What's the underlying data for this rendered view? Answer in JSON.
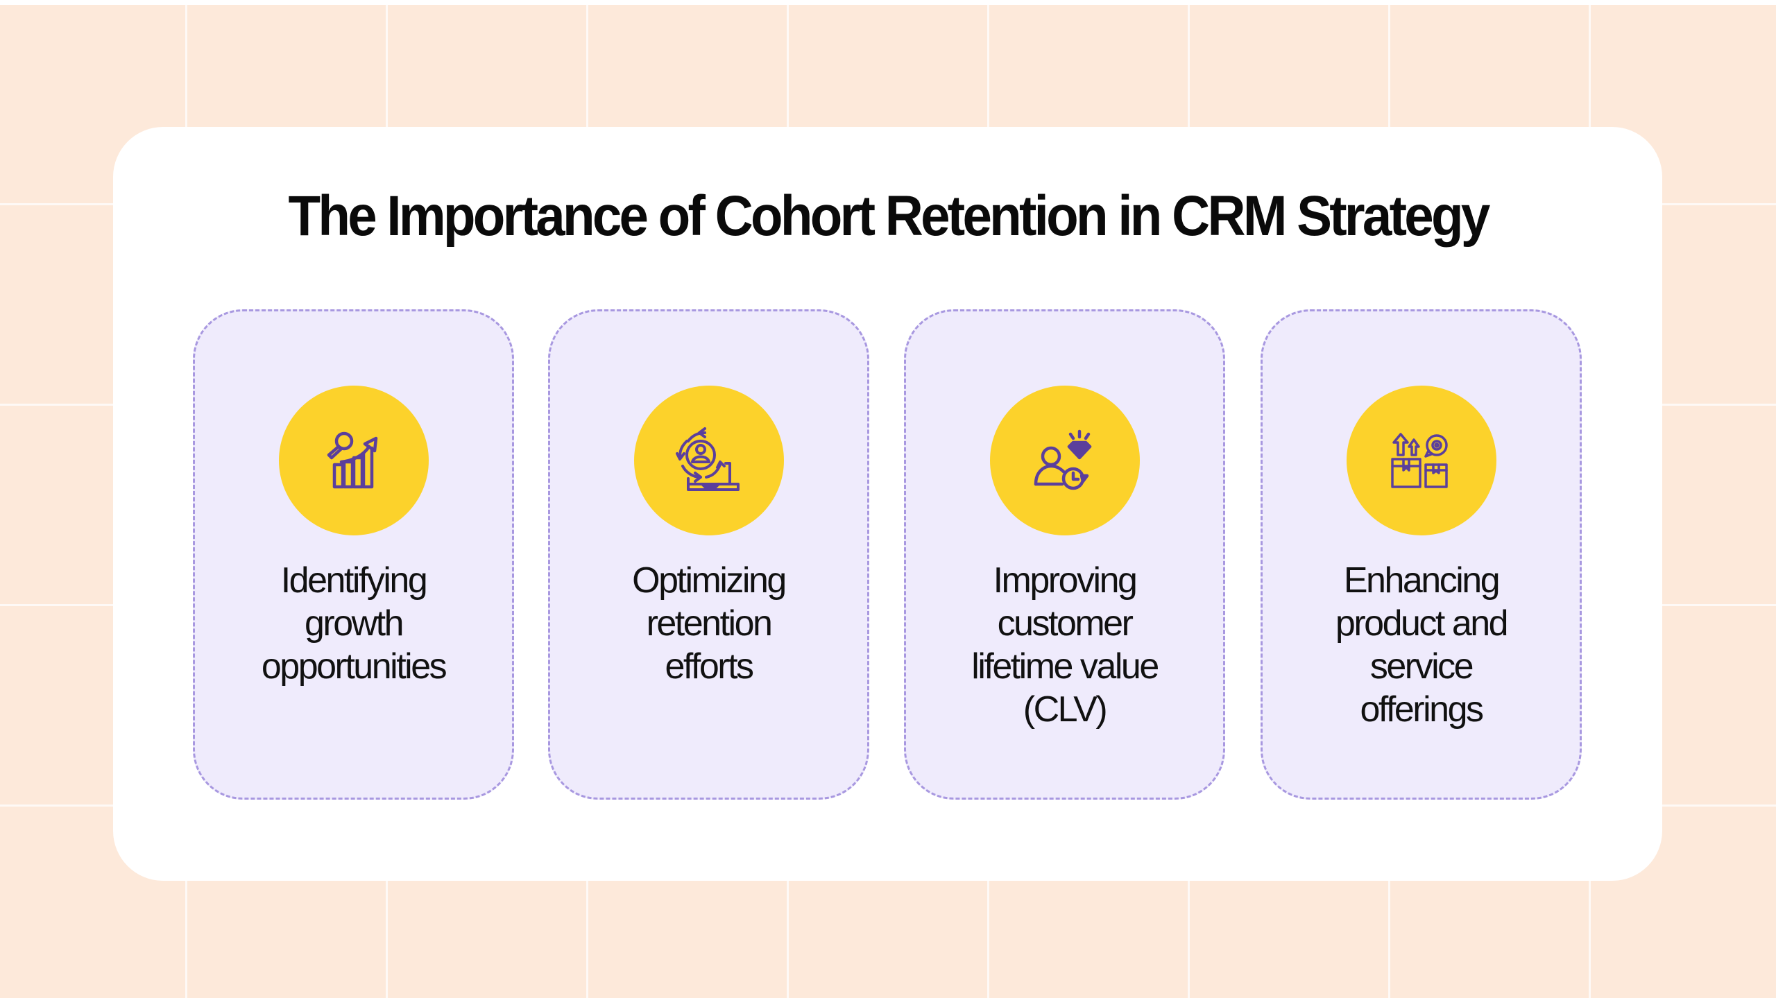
{
  "title": "The Importance of Cohort Retention in CRM Strategy",
  "colors": {
    "background": "#fde9da",
    "panel": "#ffffff",
    "card_fill": "#efebfc",
    "card_border": "#a898e0",
    "icon_circle": "#fcd22b",
    "icon_stroke": "#5b3f9c",
    "text": "#111111"
  },
  "cards": [
    {
      "icon": "growth-analysis-icon",
      "label": "Identifying\ngrowth\nopportunities"
    },
    {
      "icon": "customer-retention-cycle-icon",
      "label": "Optimizing\nretention\nefforts"
    },
    {
      "icon": "customer-lifetime-value-icon",
      "label": "Improving\ncustomer\nlifetime value\n(CLV)"
    },
    {
      "icon": "product-service-boxes-icon",
      "label": "Enhancing\nproduct and\nservice\nofferings"
    }
  ]
}
